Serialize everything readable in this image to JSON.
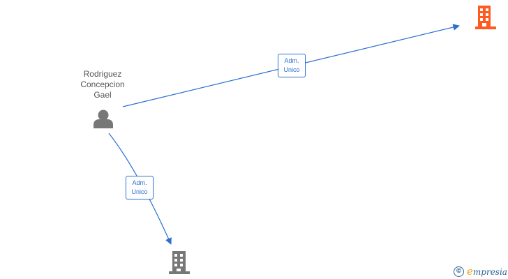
{
  "nodes": {
    "person": {
      "name_lines": [
        "Rodriguez",
        "Concepcion",
        "Gael"
      ],
      "icon": "person-icon",
      "color": "#777777"
    },
    "company_top_right": {
      "icon": "building-icon",
      "color": "#ff5a1f"
    },
    "company_bottom": {
      "icon": "building-icon",
      "color": "#777777"
    }
  },
  "edges": [
    {
      "from": "person",
      "to": "company_top_right",
      "label_lines": [
        "Adm.",
        "Unico"
      ]
    },
    {
      "from": "person",
      "to": "company_bottom",
      "label_lines": [
        "Adm.",
        "Unico"
      ]
    }
  ],
  "colors": {
    "edge": "#2b6fcf",
    "brand": "#2a5f8f",
    "brand_accent": "#e8a11a"
  },
  "brand": {
    "copyright_symbol": "©",
    "initial": "e",
    "rest": "mpresia"
  }
}
